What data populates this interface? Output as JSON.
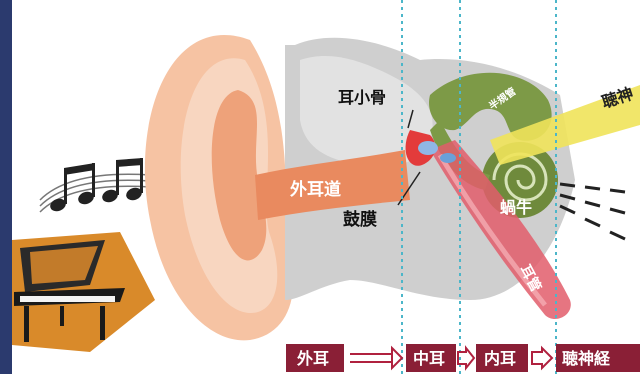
{
  "labels": {
    "ossicles": "耳小骨",
    "semicircular_canals": "半規管",
    "auditory_nerve_top": "聴神",
    "ear_canal": "外耳道",
    "eardrum": "鼓膜",
    "cochlea": "蝸牛",
    "eustachian_tube": "耳管"
  },
  "flow": [
    {
      "label": "外耳"
    },
    {
      "label": "中耳"
    },
    {
      "label": "内耳"
    },
    {
      "label": "聴神経"
    }
  ],
  "colors": {
    "left_band": "#2b3a6e",
    "flow_box": "#8a1f36",
    "arrow": "#b0213f",
    "dotted_line": "#4cb6c9",
    "skin": "#f4b08a",
    "skin_dark": "#e98a5f",
    "bone": "#c9c9c9",
    "inner_ear": "#6f8a3c",
    "nerve": "#f0e35a"
  }
}
